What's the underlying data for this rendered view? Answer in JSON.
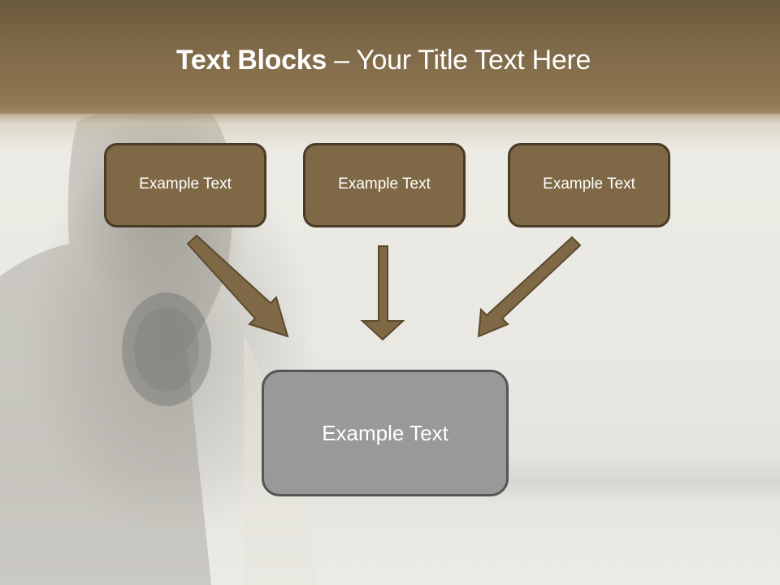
{
  "slide": {
    "title": {
      "bold": "Text Blocks",
      "separator": " – ",
      "regular": "Your Title Text Here"
    },
    "top_boxes": [
      {
        "label": "Example Text"
      },
      {
        "label": "Example Text"
      },
      {
        "label": "Example Text"
      }
    ],
    "bottom_box": {
      "label": "Example Text"
    },
    "arrows": [
      {
        "name": "arrow-diagonal-down-right",
        "direction": "down-right"
      },
      {
        "name": "arrow-down",
        "direction": "down"
      },
      {
        "name": "arrow-diagonal-down-left",
        "direction": "down-left"
      }
    ],
    "colors": {
      "header": "#7d6848",
      "box_fill": "#7f6845",
      "box_border": "#4a3b27",
      "bottom_box_fill": "#999999",
      "bottom_box_border": "#555555",
      "arrow_fill": "#7f6845",
      "arrow_stroke": "#5a4a30",
      "text": "#ffffff"
    }
  }
}
